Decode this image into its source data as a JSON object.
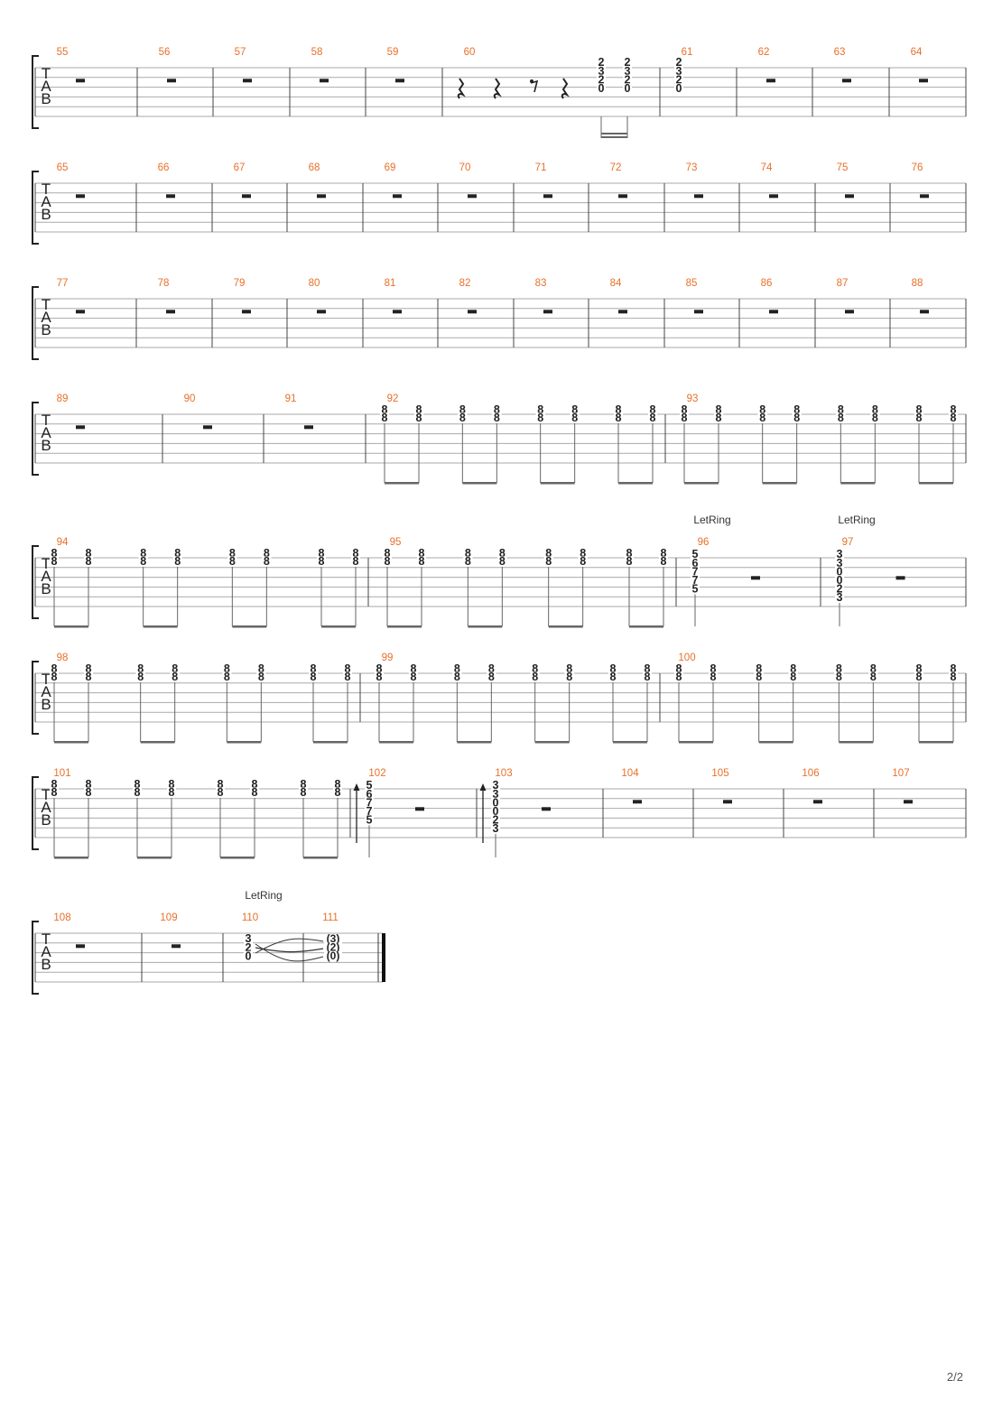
{
  "page_number": "2/2",
  "tab_clef": [
    "T",
    "A",
    "B"
  ],
  "annotations": {
    "let_ring": "LetRing"
  },
  "colors": {
    "measure_number": "#e8702a",
    "staff_line": "#aaaaaa",
    "ink": "#222222"
  },
  "systems": [
    {
      "measures": [
        {
          "num": "55",
          "content": {
            "type": "rest"
          }
        },
        {
          "num": "56",
          "content": {
            "type": "rest"
          }
        },
        {
          "num": "57",
          "content": {
            "type": "rest"
          }
        },
        {
          "num": "58",
          "content": {
            "type": "rest"
          }
        },
        {
          "num": "59",
          "content": {
            "type": "rest"
          }
        },
        {
          "num": "60",
          "content": {
            "type": "rests_chords",
            "rests": [
              "quarter",
              "quarter",
              "eighth",
              "quarter"
            ],
            "chords": [
              [
                "2",
                "3",
                "2",
                "0"
              ],
              [
                "2",
                "3",
                "2",
                "0"
              ]
            ]
          }
        },
        {
          "num": "61",
          "content": {
            "type": "chord_plain",
            "chord": [
              "2",
              "3",
              "2",
              "0"
            ]
          }
        },
        {
          "num": "62",
          "content": {
            "type": "rest"
          }
        },
        {
          "num": "63",
          "content": {
            "type": "rest"
          }
        },
        {
          "num": "64",
          "content": {
            "type": "rest"
          }
        }
      ]
    },
    {
      "measures": [
        {
          "num": "65",
          "content": {
            "type": "rest"
          }
        },
        {
          "num": "66",
          "content": {
            "type": "rest"
          }
        },
        {
          "num": "67",
          "content": {
            "type": "rest"
          }
        },
        {
          "num": "68",
          "content": {
            "type": "rest"
          }
        },
        {
          "num": "69",
          "content": {
            "type": "rest"
          }
        },
        {
          "num": "70",
          "content": {
            "type": "rest"
          }
        },
        {
          "num": "71",
          "content": {
            "type": "rest"
          }
        },
        {
          "num": "72",
          "content": {
            "type": "rest"
          }
        },
        {
          "num": "73",
          "content": {
            "type": "rest"
          }
        },
        {
          "num": "74",
          "content": {
            "type": "rest"
          }
        },
        {
          "num": "75",
          "content": {
            "type": "rest"
          }
        },
        {
          "num": "76",
          "content": {
            "type": "rest"
          }
        }
      ]
    },
    {
      "measures": [
        {
          "num": "77",
          "content": {
            "type": "rest"
          }
        },
        {
          "num": "78",
          "content": {
            "type": "rest"
          }
        },
        {
          "num": "79",
          "content": {
            "type": "rest"
          }
        },
        {
          "num": "80",
          "content": {
            "type": "rest"
          }
        },
        {
          "num": "81",
          "content": {
            "type": "rest"
          }
        },
        {
          "num": "82",
          "content": {
            "type": "rest"
          }
        },
        {
          "num": "83",
          "content": {
            "type": "rest"
          }
        },
        {
          "num": "84",
          "content": {
            "type": "rest"
          }
        },
        {
          "num": "85",
          "content": {
            "type": "rest"
          }
        },
        {
          "num": "86",
          "content": {
            "type": "rest"
          }
        },
        {
          "num": "87",
          "content": {
            "type": "rest"
          }
        },
        {
          "num": "88",
          "content": {
            "type": "rest"
          }
        }
      ]
    },
    {
      "measures": [
        {
          "num": "89",
          "content": {
            "type": "rest"
          }
        },
        {
          "num": "90",
          "content": {
            "type": "rest"
          }
        },
        {
          "num": "91",
          "content": {
            "type": "rest"
          }
        },
        {
          "num": "92",
          "content": {
            "type": "eighths",
            "fret": "8"
          }
        },
        {
          "num": "93",
          "content": {
            "type": "eighths",
            "fret": "8"
          }
        }
      ]
    },
    {
      "measures": [
        {
          "num": "94",
          "content": {
            "type": "eighths",
            "fret": "8"
          }
        },
        {
          "num": "95",
          "content": {
            "type": "eighths",
            "fret": "8"
          }
        },
        {
          "num": "96",
          "content": {
            "type": "chord_rest",
            "chord": [
              "5",
              "6",
              "7",
              "7",
              "5"
            ],
            "start_string": 0,
            "letring": true
          }
        },
        {
          "num": "97",
          "content": {
            "type": "chord_rest",
            "chord": [
              "3",
              "3",
              "0",
              "0",
              "2",
              "3"
            ],
            "start_string": 0,
            "letring": true
          }
        }
      ]
    },
    {
      "measures": [
        {
          "num": "98",
          "content": {
            "type": "eighths",
            "fret": "8"
          }
        },
        {
          "num": "99",
          "content": {
            "type": "eighths",
            "fret": "8"
          }
        },
        {
          "num": "100",
          "content": {
            "type": "eighths",
            "fret": "8"
          }
        }
      ]
    },
    {
      "measures": [
        {
          "num": "101",
          "content": {
            "type": "eighths",
            "fret": "8"
          }
        },
        {
          "num": "102",
          "content": {
            "type": "chord_rest",
            "chord": [
              "5",
              "6",
              "7",
              "7",
              "5"
            ],
            "start_string": 0,
            "arrow": true
          }
        },
        {
          "num": "103",
          "content": {
            "type": "chord_rest",
            "chord": [
              "3",
              "3",
              "0",
              "0",
              "2",
              "3"
            ],
            "start_string": 0,
            "arrow": true
          }
        },
        {
          "num": "104",
          "content": {
            "type": "rest"
          }
        },
        {
          "num": "105",
          "content": {
            "type": "rest"
          }
        },
        {
          "num": "106",
          "content": {
            "type": "rest"
          }
        },
        {
          "num": "107",
          "content": {
            "type": "rest"
          }
        }
      ]
    },
    {
      "measures": [
        {
          "num": "108",
          "content": {
            "type": "rest"
          }
        },
        {
          "num": "109",
          "content": {
            "type": "rest"
          }
        },
        {
          "num": "110",
          "content": {
            "type": "chord_tie",
            "chord": [
              "3",
              "2",
              "0"
            ],
            "letring": true
          }
        },
        {
          "num": "111",
          "content": {
            "type": "chord_tied",
            "chord": [
              "(3)",
              "(2)",
              "(0)"
            ]
          }
        }
      ]
    }
  ]
}
